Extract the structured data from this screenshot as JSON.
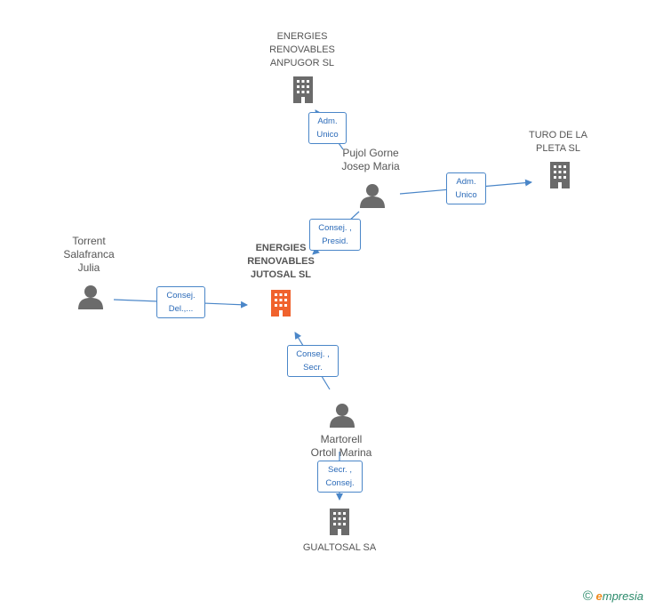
{
  "nodes": {
    "anpugor": {
      "label": "ENERGIES\nRENOVABLES\nANPUGOR SL"
    },
    "turo": {
      "label": "TURO DE LA\nPLETA SL"
    },
    "pujol": {
      "label": "Pujol Gorne\nJosep Maria"
    },
    "torrent": {
      "label": "Torrent\nSalafranca\nJulia"
    },
    "jutosal": {
      "label": "ENERGIES\nRENOVABLES\nJUTOSAL SL"
    },
    "martorell": {
      "label": "Martorell\nOrtoll Marina"
    },
    "gualtosal": {
      "label": "GUALTOSAL SA"
    }
  },
  "edges": {
    "adm_unico_1": "Adm.\nUnico",
    "adm_unico_2": "Adm.\nUnico",
    "consej_presid": "Consej. ,\nPresid.",
    "consej_del": "Consej.\nDel.,...",
    "consej_secr": "Consej. ,\nSecr.",
    "secr_consej": "Secr. ,\nConsej."
  },
  "colors": {
    "accent": "#4a86c8",
    "main_company": "#f0622d",
    "company": "#6b6b6b",
    "person": "#6b6b6b"
  },
  "brand": {
    "copyright": "©",
    "e": "e",
    "rest": "mpresia"
  }
}
